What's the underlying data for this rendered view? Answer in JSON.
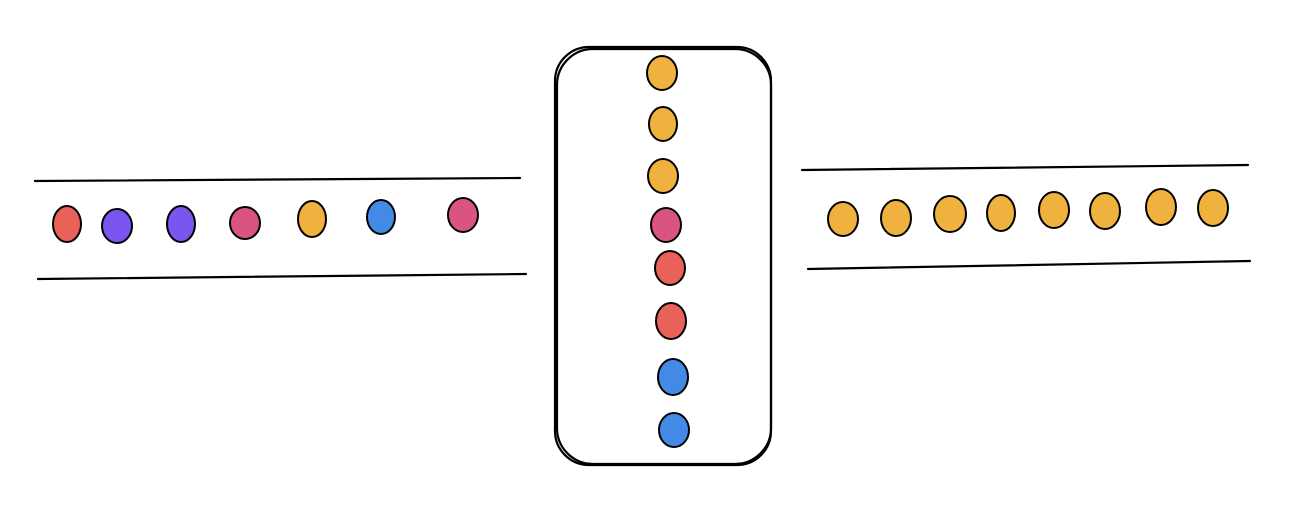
{
  "palette": {
    "red": "#e9625a",
    "purple": "#7a55ef",
    "pink": "#d9557f",
    "yellow": "#f0b23e",
    "blue": "#428ae6"
  },
  "input_queue": {
    "dots": [
      "red",
      "purple",
      "purple",
      "pink",
      "yellow",
      "blue",
      "pink"
    ]
  },
  "processor_stack": {
    "dots": [
      "yellow",
      "yellow",
      "yellow",
      "pink",
      "red",
      "red",
      "blue",
      "blue"
    ]
  },
  "output_queue": {
    "dots": [
      "yellow",
      "yellow",
      "yellow",
      "yellow",
      "yellow",
      "yellow",
      "yellow",
      "yellow"
    ]
  }
}
